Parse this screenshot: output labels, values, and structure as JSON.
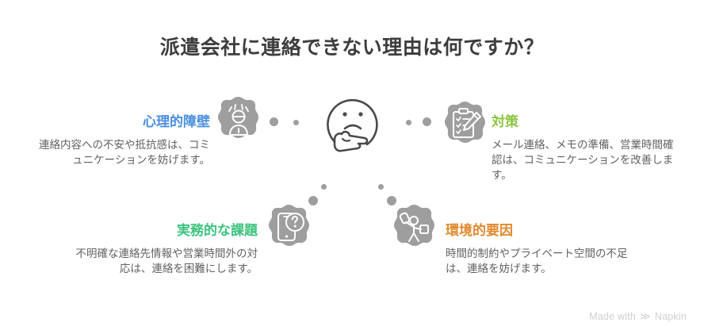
{
  "title": "派遣会社に連絡できない理由は何ですか？",
  "center": {
    "icon": "thinking-face-icon"
  },
  "colors": {
    "psychological": "#4a8fe0",
    "countermeasure": "#8cc63f",
    "practical": "#3cc37e",
    "environmental": "#e08a2e",
    "icon_blob": "#9e9e9e",
    "body_text": "#616161",
    "title_text": "#3d3d3d",
    "watermark": "#cfcfcf"
  },
  "nodes": [
    {
      "id": "psychological-barrier",
      "heading": "心理的障壁",
      "body": "連絡内容への不安や抵抗感は、コミュニケーションを妨げます。",
      "icon": "stressed-person-icon",
      "color": "#4a8fe0"
    },
    {
      "id": "countermeasure",
      "heading": "対策",
      "body": "メール連絡、メモの準備、営業時間確認は、コミュニケーションを改善します。",
      "icon": "clipboard-checklist-pencil-icon",
      "color": "#8cc63f"
    },
    {
      "id": "practical-issue",
      "heading": "実務的な課題",
      "body": "不明確な連絡先情報や営業時間外の対応は、連絡を困難にします。",
      "icon": "smartphone-question-icon",
      "color": "#3cc37e"
    },
    {
      "id": "environmental-factor",
      "heading": "環境的要因",
      "body": "時間的制約やプライベート空間の不足は、連絡を妨げます。",
      "icon": "person-calling-icon",
      "color": "#e08a2e"
    }
  ],
  "watermark": {
    "text_before": "Made with",
    "mark": "≫",
    "brand": "Napkin"
  }
}
